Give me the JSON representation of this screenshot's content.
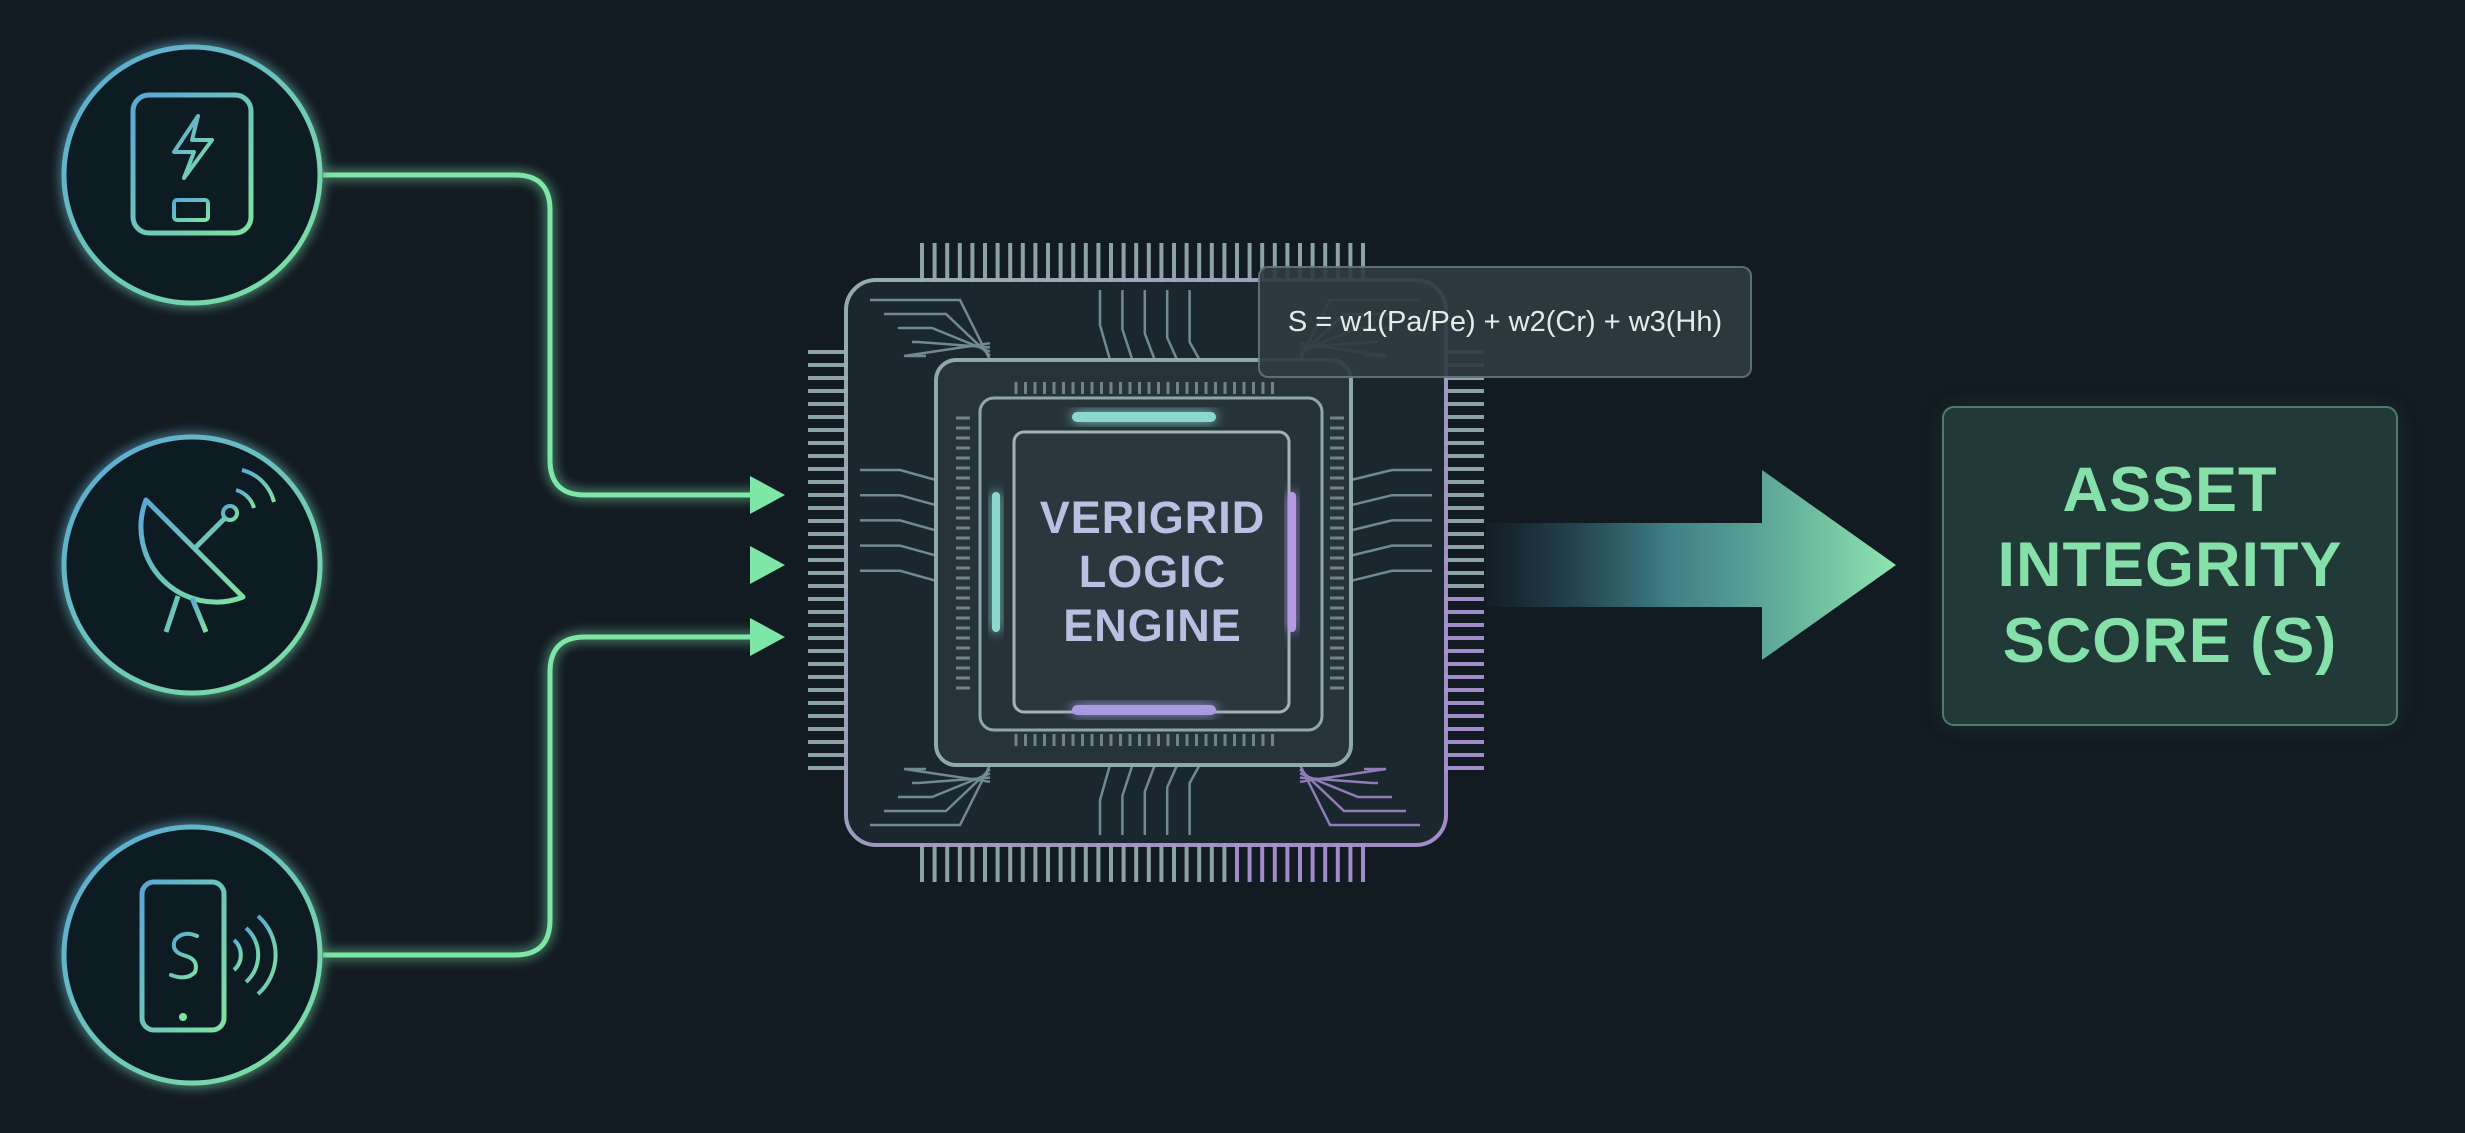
{
  "inputs": [
    {
      "icon": "power-inverter-icon"
    },
    {
      "icon": "satellite-dish-icon"
    },
    {
      "icon": "mobile-payment-icon"
    }
  ],
  "engine": {
    "label_lines": [
      "VERIGRID",
      "LOGIC",
      "ENGINE"
    ],
    "formula": "S = w1(Pa/Pe) + w2(Cr) + w3(Hh)"
  },
  "output": {
    "label_lines": [
      "ASSET",
      "INTEGRITY",
      "SCORE (S)"
    ]
  },
  "colors": {
    "background": "#121a22",
    "input_line": "#7ee6a6",
    "icon_blue": "#5aa6d6",
    "icon_green": "#7fe3a0",
    "chip_text": "#b7c2e2",
    "output_text": "#86e0aa"
  }
}
